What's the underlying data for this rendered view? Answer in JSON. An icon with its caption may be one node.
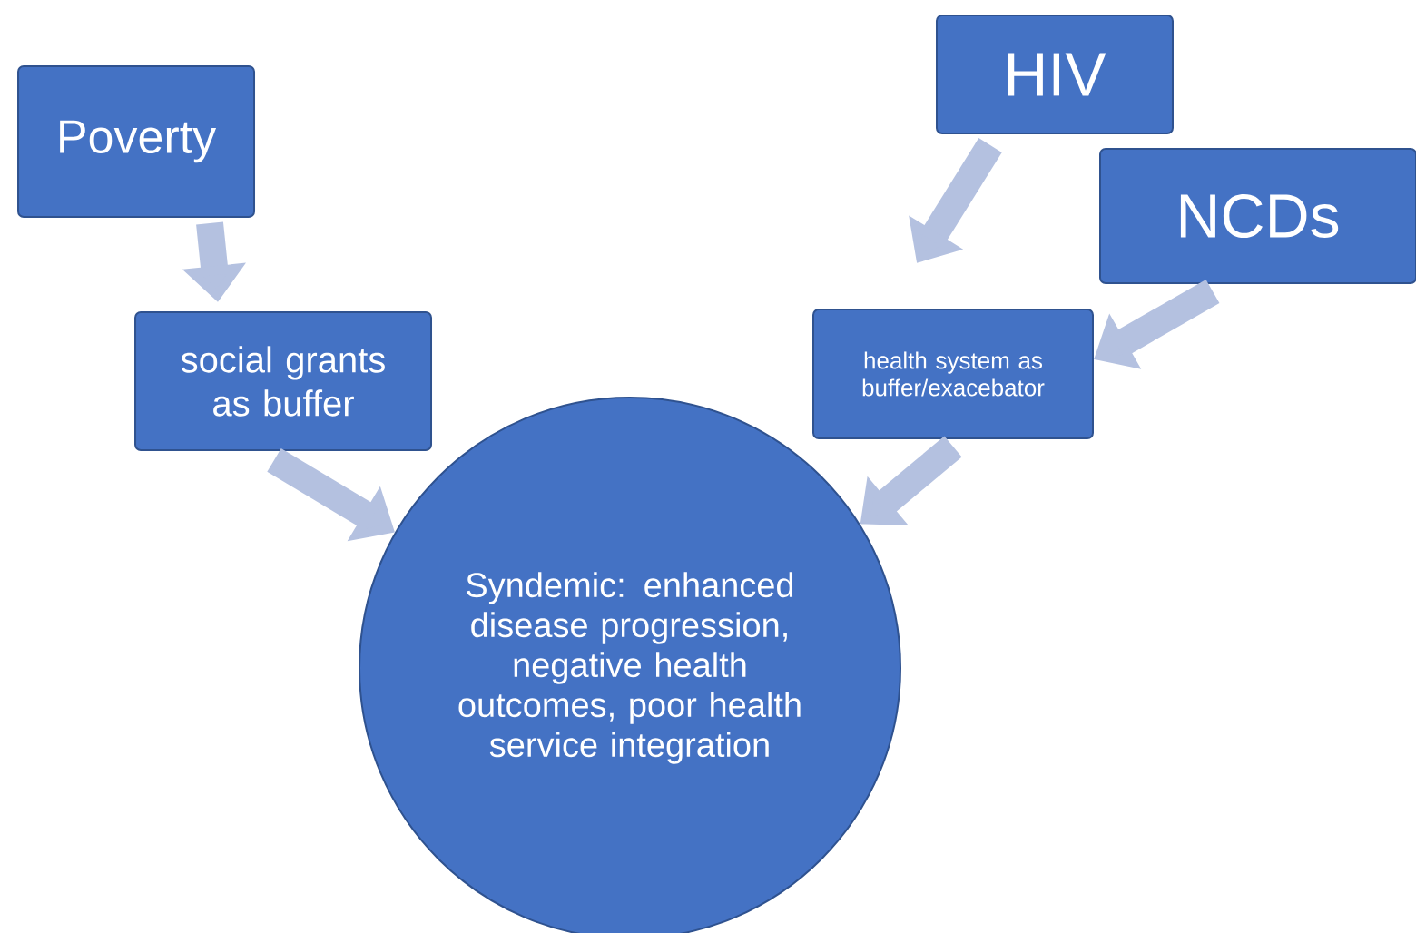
{
  "diagram": {
    "nodes": [
      {
        "text": [
          "Poverty"
        ]
      },
      {
        "text": [
          "social grants as buffer"
        ]
      },
      {
        "text": [
          "HIV"
        ]
      },
      {
        "text": [
          "NCDs"
        ]
      },
      {
        "text": [
          "health system as buffer/exacebator"
        ]
      },
      {
        "text": [
          "Syndemic: enhanced disease progression, negative health outcomes, poor health service integration"
        ]
      }
    ],
    "edges": [
      {
        "from": 0,
        "to": 1,
        "arrow": "to"
      },
      {
        "from": 1,
        "to": 5,
        "arrow": "to"
      },
      {
        "from": 2,
        "to": 4,
        "arrow": "to"
      },
      {
        "from": 3,
        "to": 4,
        "arrow": "to"
      },
      {
        "from": 4,
        "to": 5,
        "arrow": "to"
      }
    ]
  }
}
